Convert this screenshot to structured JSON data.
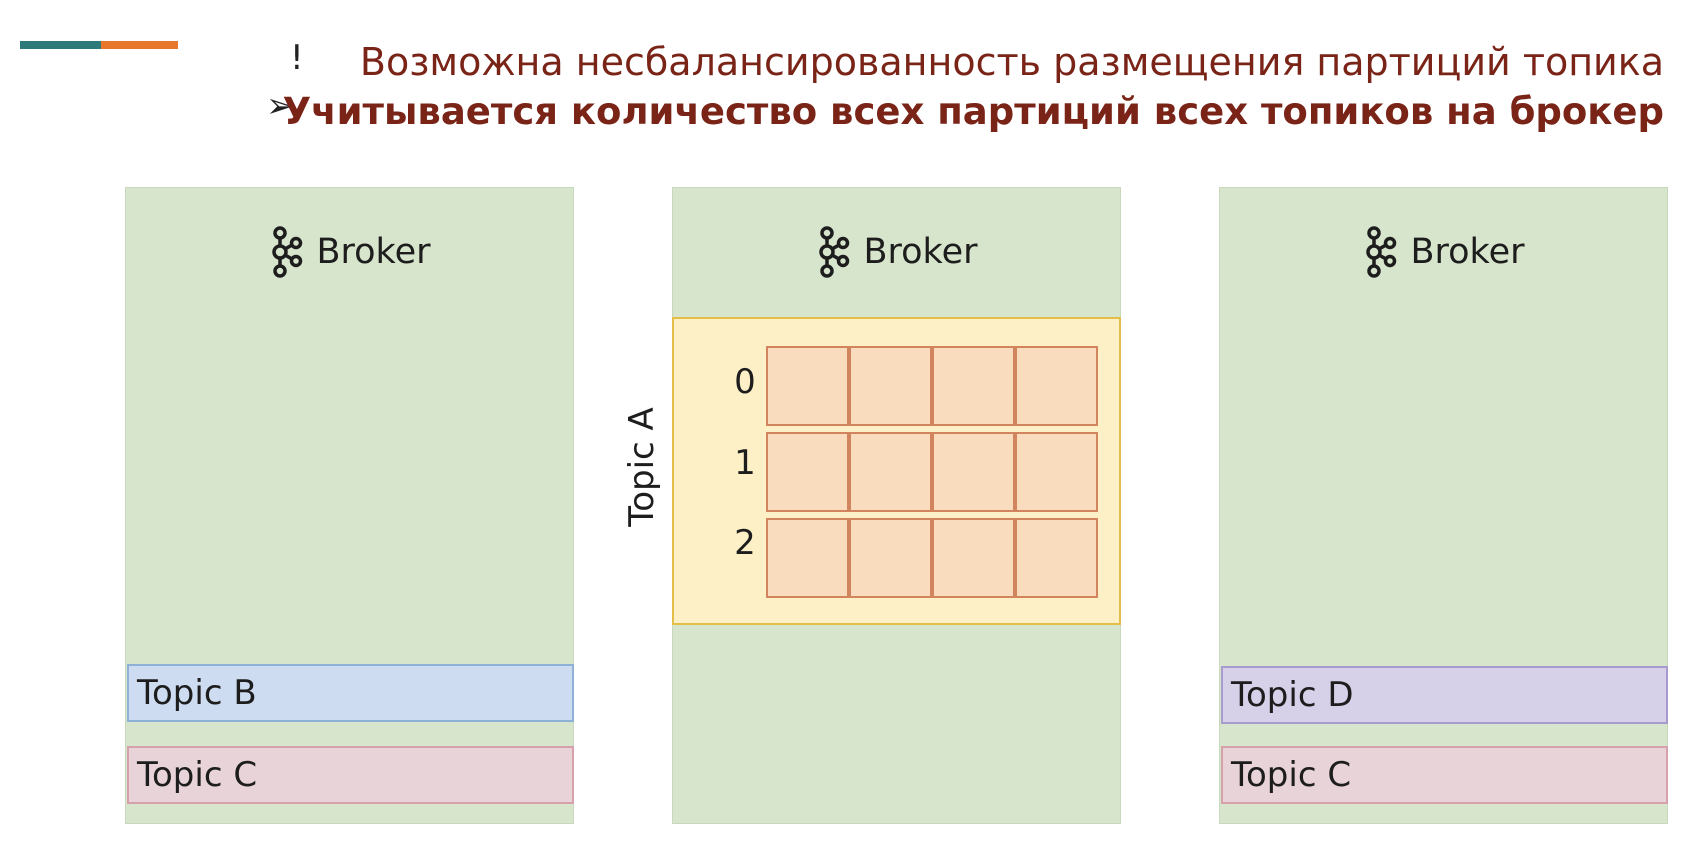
{
  "header": {
    "line1": {
      "marker": "!",
      "text": "Возможна несбалансированность размещения партиций топика"
    },
    "line2": {
      "marker": "➢",
      "text": "Учитывается количество всех партиций всех топиков на брокер"
    }
  },
  "brokers": [
    {
      "label": "Broker",
      "topics": [
        "Topic B",
        "Topic C"
      ]
    },
    {
      "label": "Broker",
      "topic": "Topic A",
      "partitions": [
        "0",
        "1",
        "2"
      ]
    },
    {
      "label": "Broker",
      "topics": [
        "Topic D",
        "Topic C"
      ]
    }
  ],
  "colors": {
    "title_text": "#7a2418",
    "broker_bg": "#d7e5cc",
    "topic_a_bg": "#fdf0c7",
    "partition_cell": "#f9dbbd",
    "topic_b": "#cddcf0",
    "topic_c": "#e8d3d9",
    "topic_d": "#d6d0e8",
    "accent_teal": "#2e7a7b",
    "accent_orange": "#e8772b"
  }
}
